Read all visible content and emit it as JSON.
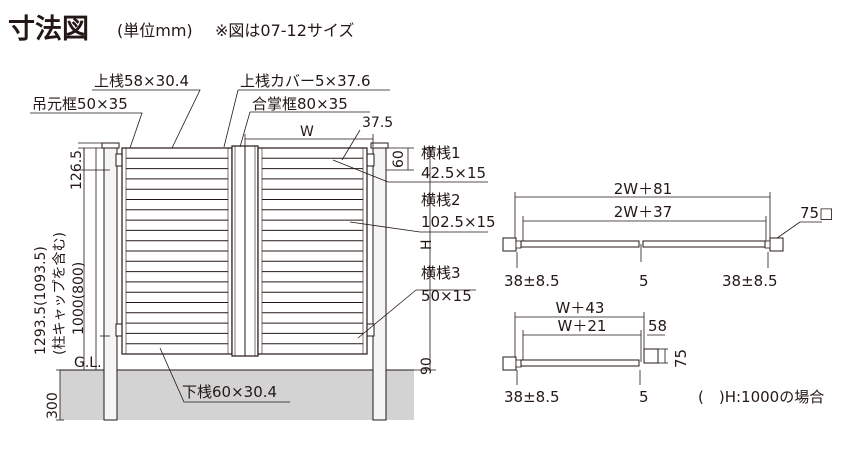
{
  "header": {
    "title": "寸法図",
    "unit": "(単位mm)",
    "note": "※図は07-12サイズ"
  },
  "front_view": {
    "labels": {
      "top_rail": "上桟58×30.4",
      "top_rail_cover": "上桟カバー5×37.6",
      "hinge_frame": "吊元框50×35",
      "meeting_frame": "合掌框80×35",
      "width": "W",
      "dim_37_5": "37.5",
      "dim_60": "60",
      "dim_126_5": "126.5",
      "total_height": "1293.5(1093.5)",
      "total_height_note": "(柱キャップを含む)",
      "post_height": "1000(800)",
      "gl": "G.L.",
      "bottom_rail": "下桟60×30.4",
      "dim_90": "90",
      "dim_300": "300",
      "h": "H",
      "rail1_name": "横桟1",
      "rail1_size": "42.5×15",
      "rail2_name": "横桟2",
      "rail2_size": "102.5×15",
      "rail3_name": "横桟3",
      "rail3_size": "50×15"
    },
    "slats_per_leaf": 20
  },
  "plan_double": {
    "overall": "2W＋81",
    "inner": "2W＋37",
    "post": "75□",
    "left_offset": "38±8.5",
    "center_gap": "5",
    "right_offset": "38±8.5"
  },
  "plan_single": {
    "overall": "W＋43",
    "inner": "W＋21",
    "dim_58": "58",
    "dim_75": "75",
    "left_offset": "38±8.5",
    "end_gap": "5"
  },
  "footnote": "(　)H:1000の場合",
  "colors": {
    "ink": "#231815",
    "ground": "#d3d3d3",
    "post_fill": "#f5f5f5"
  }
}
